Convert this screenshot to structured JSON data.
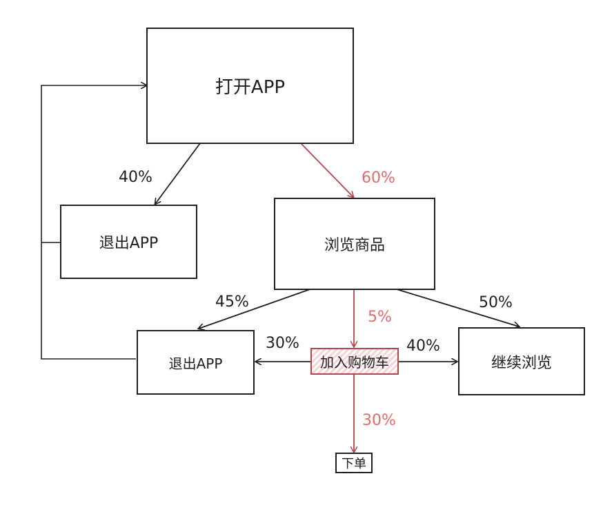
{
  "colors": {
    "stroke": "#1e1e1e",
    "accent": "#e26a6a",
    "accent_stroke": "#b5454a"
  },
  "nodes": {
    "open_app": "打开APP",
    "exit_app_1": "退出APP",
    "browse": "浏览商品",
    "exit_app_2": "退出APP",
    "add_cart": "加入购物车",
    "continue_browse": "继续浏览",
    "order": "下单"
  },
  "edges": {
    "open_to_exit": "40%",
    "open_to_browse": "60%",
    "browse_to_exit": "45%",
    "browse_to_cart": "5%",
    "browse_to_continue": "50%",
    "cart_to_exit": "30%",
    "cart_to_continue": "40%",
    "cart_to_order": "30%"
  }
}
